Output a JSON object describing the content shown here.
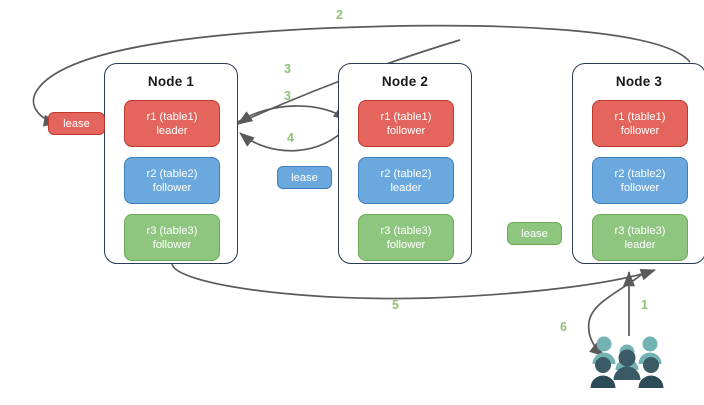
{
  "diagram": {
    "title": "Distributed table replica lease diagram",
    "background": "#ffffff",
    "colors": {
      "red": "#e3655d",
      "red_border": "#c0392b",
      "blue": "#6aa8dd",
      "blue_border": "#3d7ebd",
      "green": "#8fc67f",
      "green_border": "#6aa955",
      "node_border": "#2b3a55",
      "arrow": "#5a5a5a",
      "step_label": "#8cc474",
      "users_light": "#74b3b3",
      "users_dark": "#3a5a66"
    },
    "nodes": [
      {
        "title": "Node 1",
        "replicas": [
          {
            "name": "r1 (table1)",
            "role": "leader",
            "color": "red"
          },
          {
            "name": "r2 (table2)",
            "role": "follower",
            "color": "blue"
          },
          {
            "name": "r3 (table3)",
            "role": "follower",
            "color": "green"
          }
        ]
      },
      {
        "title": "Node 2",
        "replicas": [
          {
            "name": "r1 (table1)",
            "role": "follower",
            "color": "red"
          },
          {
            "name": "r2 (table2)",
            "role": "leader",
            "color": "blue"
          },
          {
            "name": "r3 (table3)",
            "role": "follower",
            "color": "green"
          }
        ]
      },
      {
        "title": "Node 3",
        "replicas": [
          {
            "name": "r1 (table1)",
            "role": "follower",
            "color": "red"
          },
          {
            "name": "r2 (table2)",
            "role": "follower",
            "color": "blue"
          },
          {
            "name": "r3 (table3)",
            "role": "leader",
            "color": "green"
          }
        ]
      }
    ],
    "leases": [
      {
        "label": "lease",
        "color": "red",
        "near": "node-1-left"
      },
      {
        "label": "lease",
        "color": "blue",
        "near": "between-node-1-and-node-2"
      },
      {
        "label": "lease",
        "color": "green",
        "near": "left-of-node-3"
      }
    ],
    "steps": [
      {
        "label": "1",
        "from": "users",
        "to": "node-3"
      },
      {
        "label": "2",
        "from": "node-3",
        "to": "lease-red"
      },
      {
        "label": "3",
        "from": "node-2",
        "to": "node-1"
      },
      {
        "label": "3",
        "from": "node-1",
        "to": "node-2"
      },
      {
        "label": "4",
        "from": "node-2",
        "to": "node-1"
      },
      {
        "label": "5",
        "from": "node-1",
        "to": "node-3"
      },
      {
        "label": "6",
        "from": "node-3",
        "to": "users"
      }
    ],
    "users_icon": "users-icon"
  }
}
